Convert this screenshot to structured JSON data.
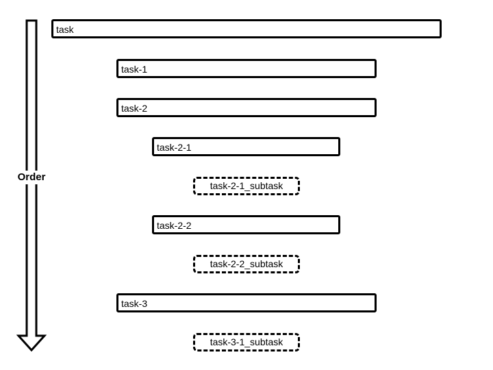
{
  "diagram": {
    "axis_label": "Order",
    "items": [
      {
        "label": "task",
        "style": "solid",
        "level": 0
      },
      {
        "label": "task-1",
        "style": "solid",
        "level": 1
      },
      {
        "label": "task-2",
        "style": "solid",
        "level": 1
      },
      {
        "label": "task-2-1",
        "style": "solid",
        "level": 2
      },
      {
        "label": "task-2-1_subtask",
        "style": "dashed",
        "level": 3
      },
      {
        "label": "task-2-2",
        "style": "solid",
        "level": 2
      },
      {
        "label": "task-2-2_subtask",
        "style": "dashed",
        "level": 3
      },
      {
        "label": "task-3",
        "style": "solid",
        "level": 1
      },
      {
        "label": "task-3-1_subtask",
        "style": "dashed",
        "level": 3
      }
    ],
    "colors": {
      "stroke": "#000000",
      "fill": "#ffffff",
      "text": "#000000"
    }
  }
}
